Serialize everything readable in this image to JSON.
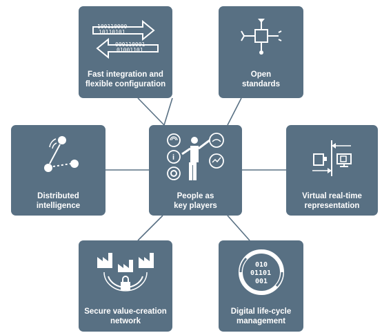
{
  "colors": {
    "box": "#587083",
    "line": "#587083",
    "icon": "#ffffff",
    "background": "#ffffff"
  },
  "center": {
    "line1": "People as",
    "line2": "key players",
    "icon": "person-with-gear-icons"
  },
  "nodes": {
    "fast": {
      "line1": "Fast integration and",
      "line2": "flexible configuration",
      "icon": "data-exchange-arrows-icon",
      "bin_top": "100110000",
      "bin_top2": "10110101",
      "bin_bot": "000110001",
      "bin_bot2": "01001101"
    },
    "open": {
      "line1": "Open",
      "line2": "standards",
      "icon": "connector-standard-icon"
    },
    "dist": {
      "line1": "Distributed",
      "line2": "intelligence",
      "icon": "network-nodes-icon"
    },
    "virtual": {
      "line1": "Virtual real-time",
      "line2": "representation",
      "icon": "virtual-twin-icon"
    },
    "secure": {
      "line1": "Secure value-creation",
      "line2": "network",
      "icon": "secure-factory-network-icon"
    },
    "digital": {
      "line1": "Digital life-cycle",
      "line2": "management",
      "icon": "lifecycle-cycle-icon",
      "bin1": "010",
      "bin2": "01101",
      "bin3": "001"
    }
  }
}
